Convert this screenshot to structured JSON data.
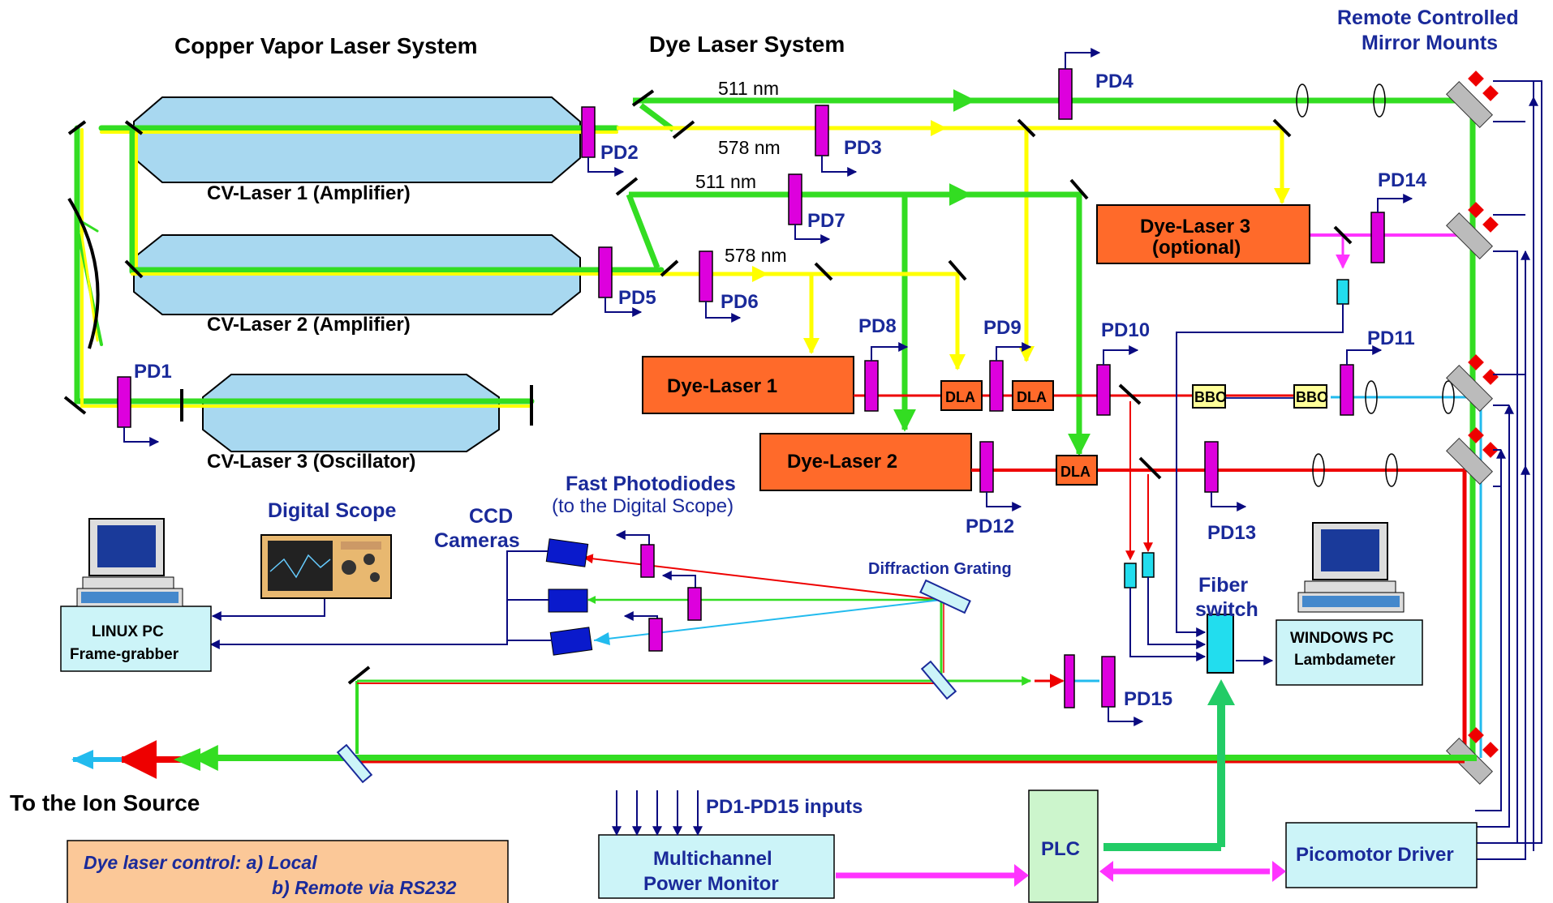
{
  "titles": {
    "cvl_system": "Copper Vapor Laser System",
    "dye_system": "Dye Laser System",
    "remote_mounts_1": "Remote Controlled",
    "remote_mounts_2": "Mirror Mounts",
    "to_ion_source": "To the Ion Source"
  },
  "lasers": {
    "cvl1": "CV-Laser 1 (Amplifier)",
    "cvl2": "CV-Laser 2 (Amplifier)",
    "cvl3": "CV-Laser 3 (Oscillator)",
    "dye1": "Dye-Laser 1",
    "dye2": "Dye-Laser 2",
    "dye3_1": "Dye-Laser 3",
    "dye3_2": "(optional)"
  },
  "wavelengths": {
    "g1": "511 nm",
    "y1": "578 nm",
    "g2": "511 nm",
    "y2": "578 nm"
  },
  "photodiodes": {
    "pd1": "PD1",
    "pd2": "PD2",
    "pd3": "PD3",
    "pd4": "PD4",
    "pd5": "PD5",
    "pd6": "PD6",
    "pd7": "PD7",
    "pd8": "PD8",
    "pd9": "PD9",
    "pd10": "PD10",
    "pd11": "PD11",
    "pd12": "PD12",
    "pd13": "PD13",
    "pd14": "PD14",
    "pd15": "PD15"
  },
  "components": {
    "dla": "DLA",
    "bbo": "BBO",
    "diffraction_grating": "Diffraction Grating",
    "fiber_switch_1": "Fiber",
    "fiber_switch_2": "switch",
    "ccd_1": "CCD",
    "ccd_2": "Cameras",
    "fast_pd_1": "Fast Photodiodes",
    "fast_pd_2": "(to the Digital Scope)",
    "digital_scope": "Digital Scope"
  },
  "computers": {
    "linux_1": "LINUX PC",
    "linux_2": "Frame-grabber",
    "windows_1": "WINDOWS PC",
    "windows_2": "Lambdameter"
  },
  "control": {
    "inputs": "PD1-PD15 inputs",
    "power_monitor_1": "Multichannel",
    "power_monitor_2": "Power Monitor",
    "plc": "PLC",
    "picomotor": "Picomotor Driver",
    "note_1": "Dye laser control: a) Local",
    "note_2": "b) Remote via RS232"
  },
  "colors": {
    "green": "#33dd22",
    "yellow": "#ffff00",
    "red": "#ee0000",
    "cyan": "#22bbee",
    "magenta": "#ff33ff",
    "navy": "#0a0a80",
    "laser_tube": "#a8d8f0",
    "dye": "#ff6a2a",
    "panel": "#ccf4f8",
    "plc": "#ccf5cc",
    "note": "#fbc898",
    "bbo": "#ffff99",
    "pd": "#dd00dd"
  }
}
